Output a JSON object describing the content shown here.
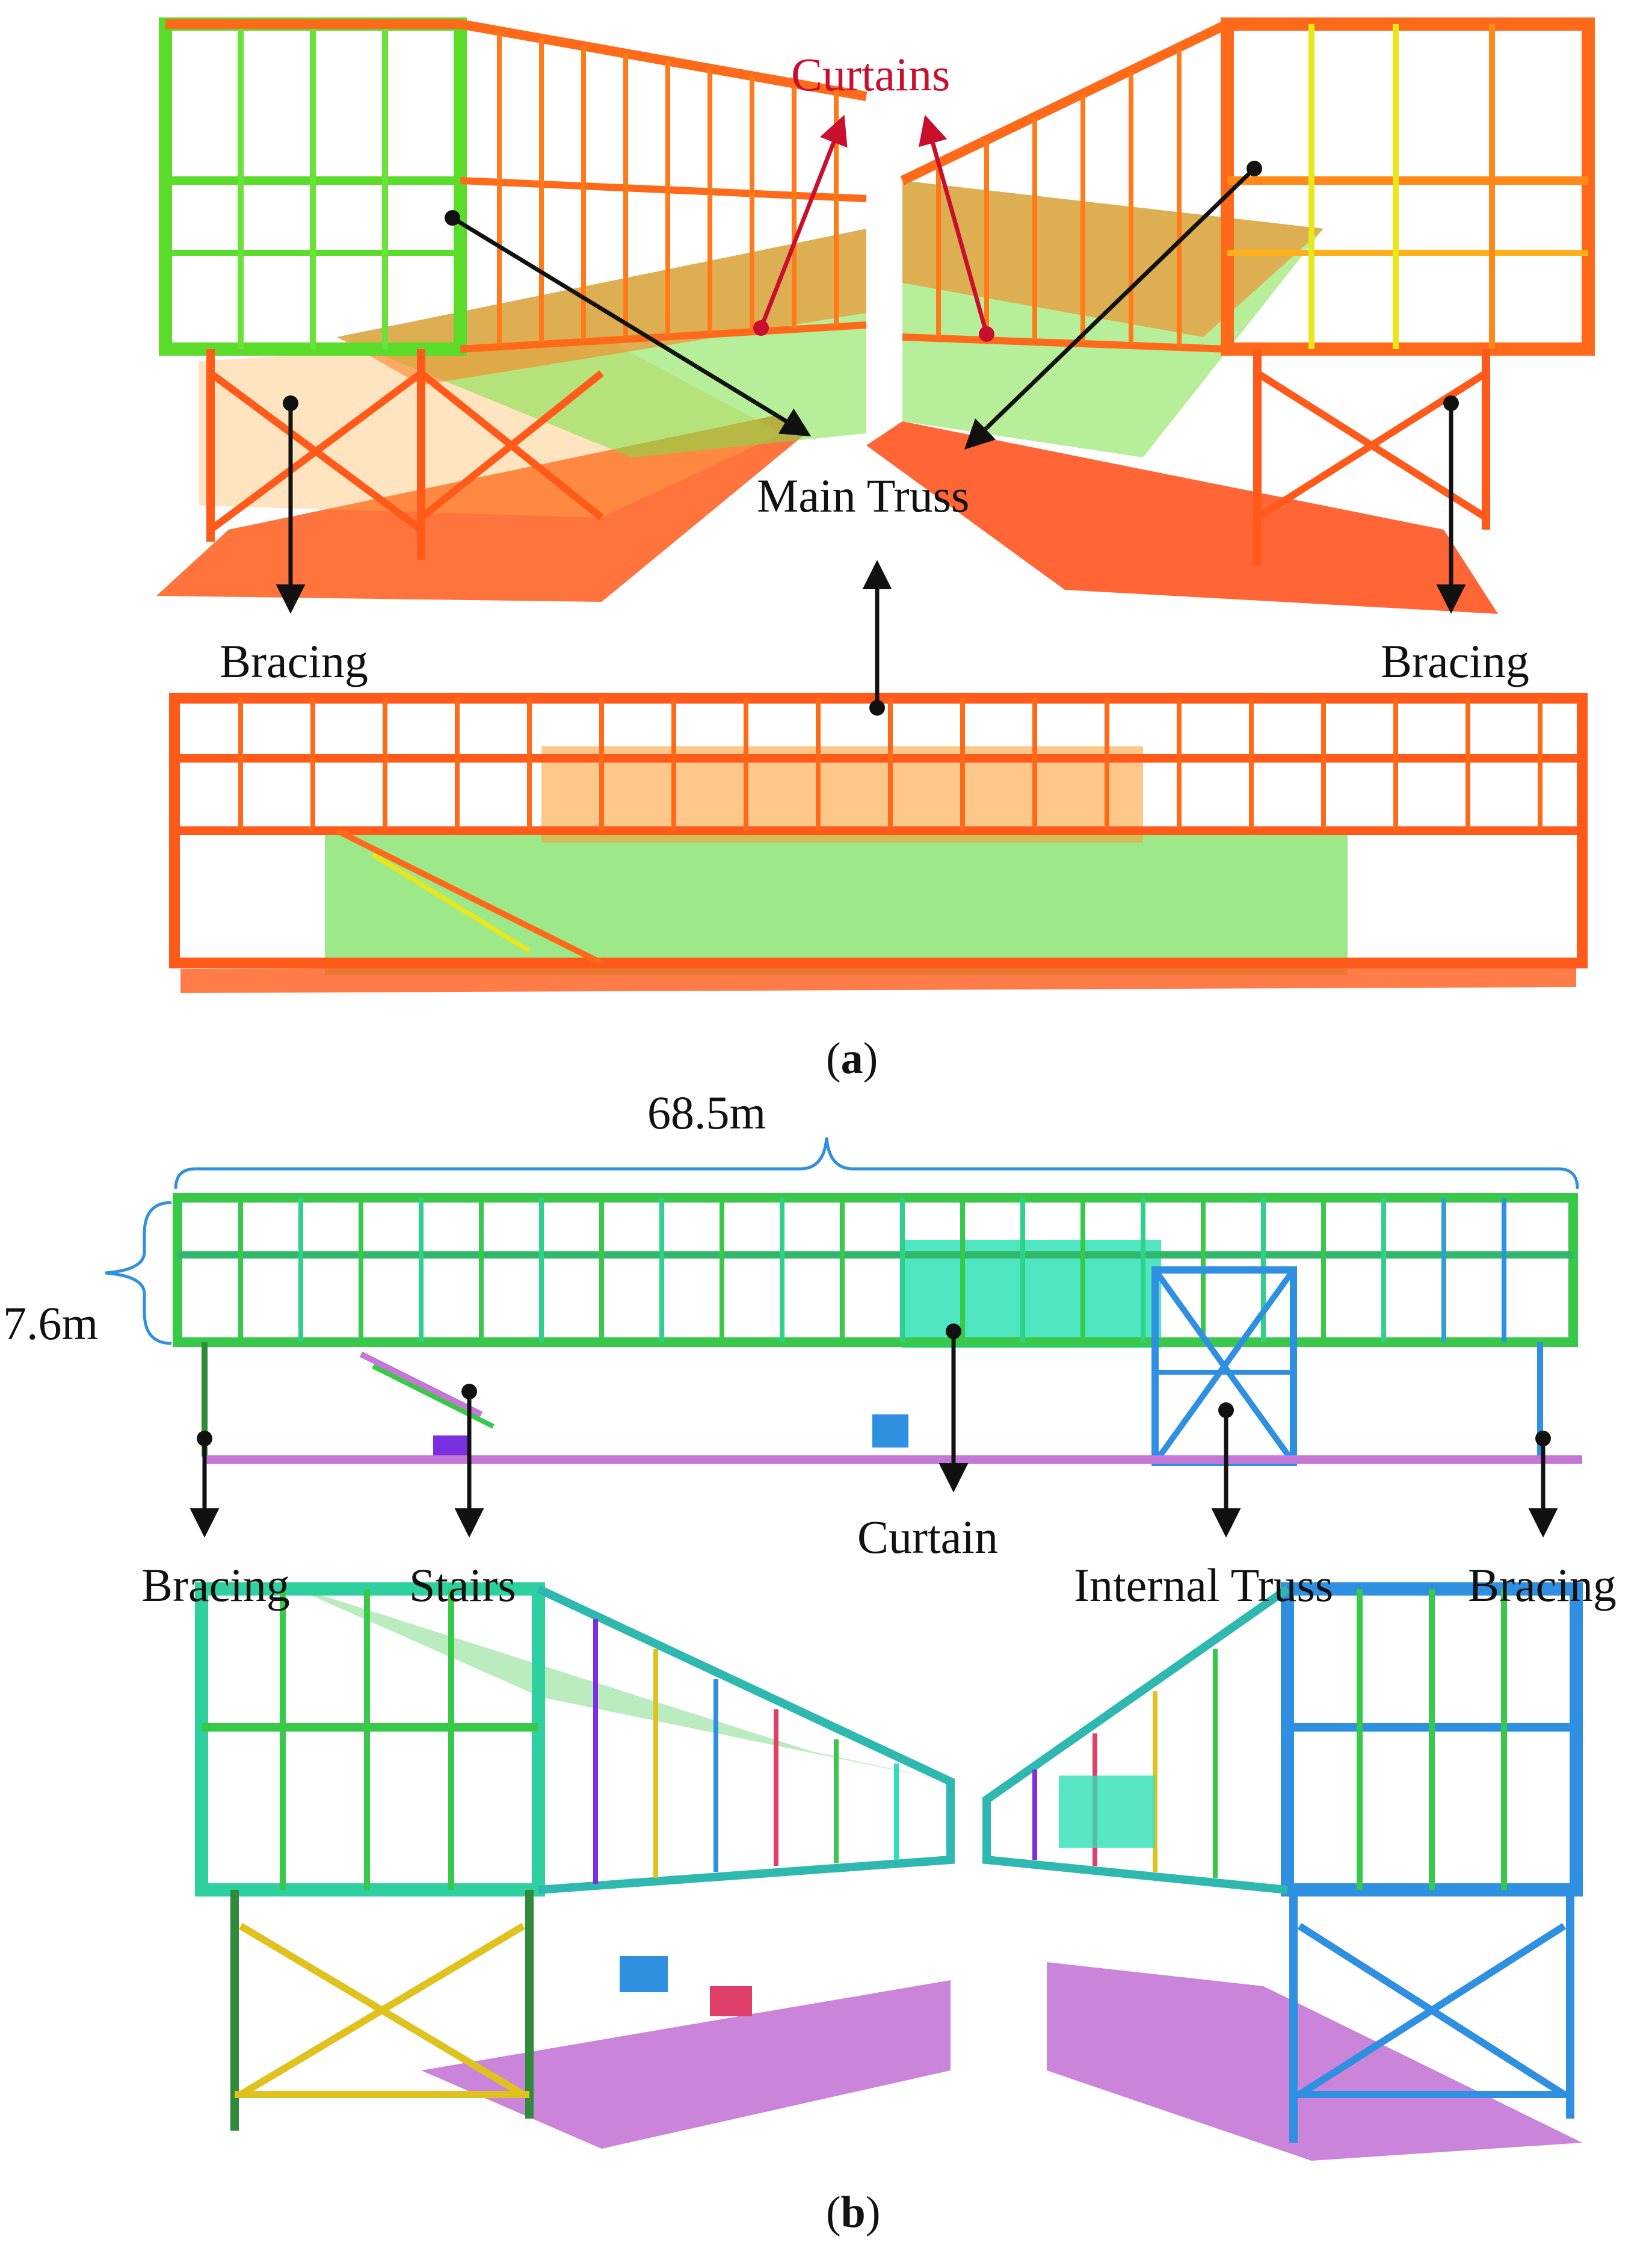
{
  "panel_a": {
    "caption_open": "(",
    "caption_letter": "a",
    "caption_close": ")",
    "labels": {
      "curtains": "Curtains",
      "main_truss": "Main Truss",
      "bracing_left": "Bracing",
      "bracing_right": "Bracing"
    },
    "colors": {
      "red": "#f23a10",
      "orange": "#ff7a1a",
      "green": "#39d61b",
      "yellow": "#e9e61b"
    }
  },
  "panel_b": {
    "caption_open": "(",
    "caption_letter": "b",
    "caption_close": ")",
    "dimensions": {
      "length": "68.5m",
      "height": "7.6m"
    },
    "labels": {
      "bracing_left": "Bracing",
      "stairs": "Stairs",
      "curtain": "Curtain",
      "internal_truss": "Internal Truss",
      "bracing_right": "Bracing"
    },
    "colors": {
      "green": "#38c94a",
      "cyan": "#2fe0b6",
      "blue": "#2f8fe0",
      "purple": "#c477d6",
      "yellow": "#e0c21f"
    }
  }
}
